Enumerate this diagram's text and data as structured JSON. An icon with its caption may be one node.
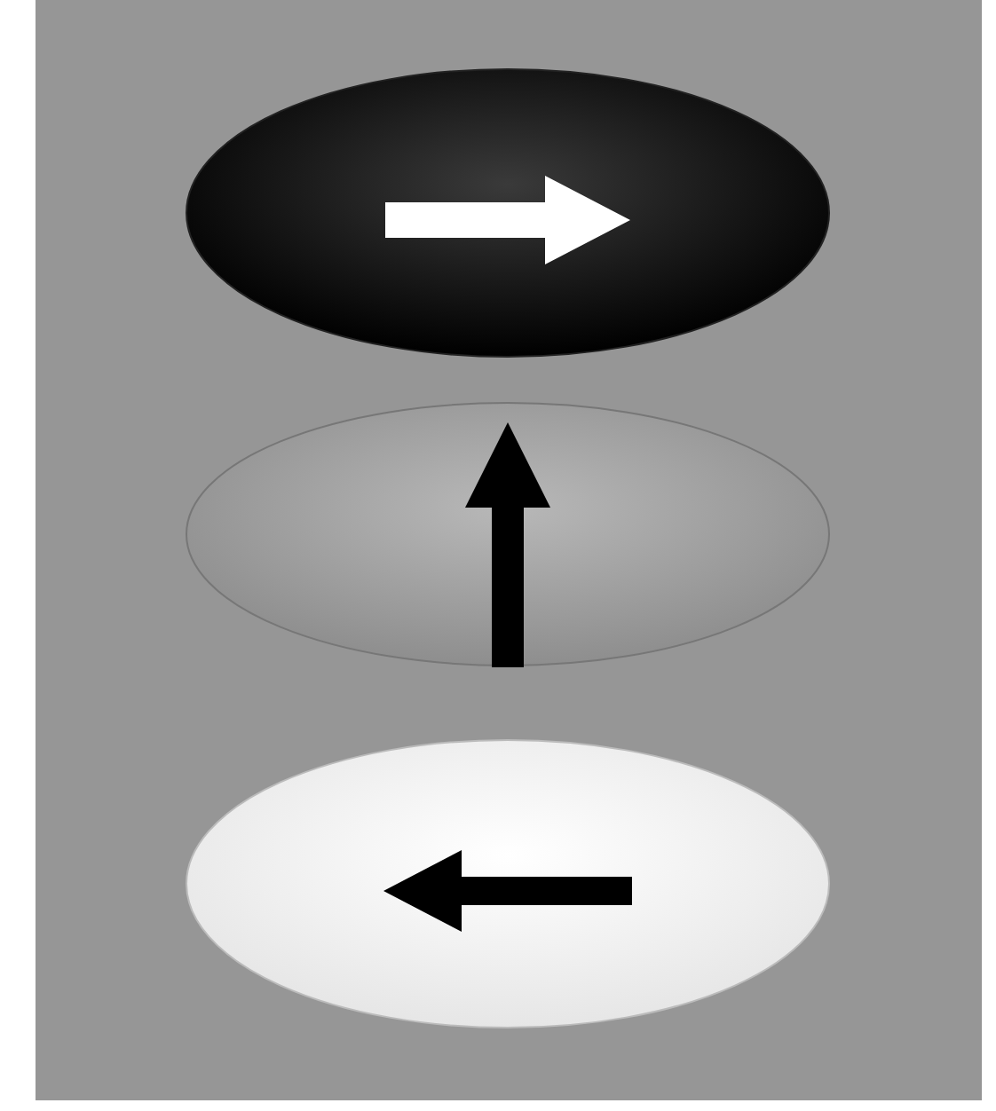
{
  "diagram": {
    "nodes": [
      {
        "text": [],
        "shape": "ellipse"
      },
      {
        "text": [],
        "shape": "ellipse"
      },
      {
        "text": [],
        "shape": "ellipse"
      }
    ]
  }
}
